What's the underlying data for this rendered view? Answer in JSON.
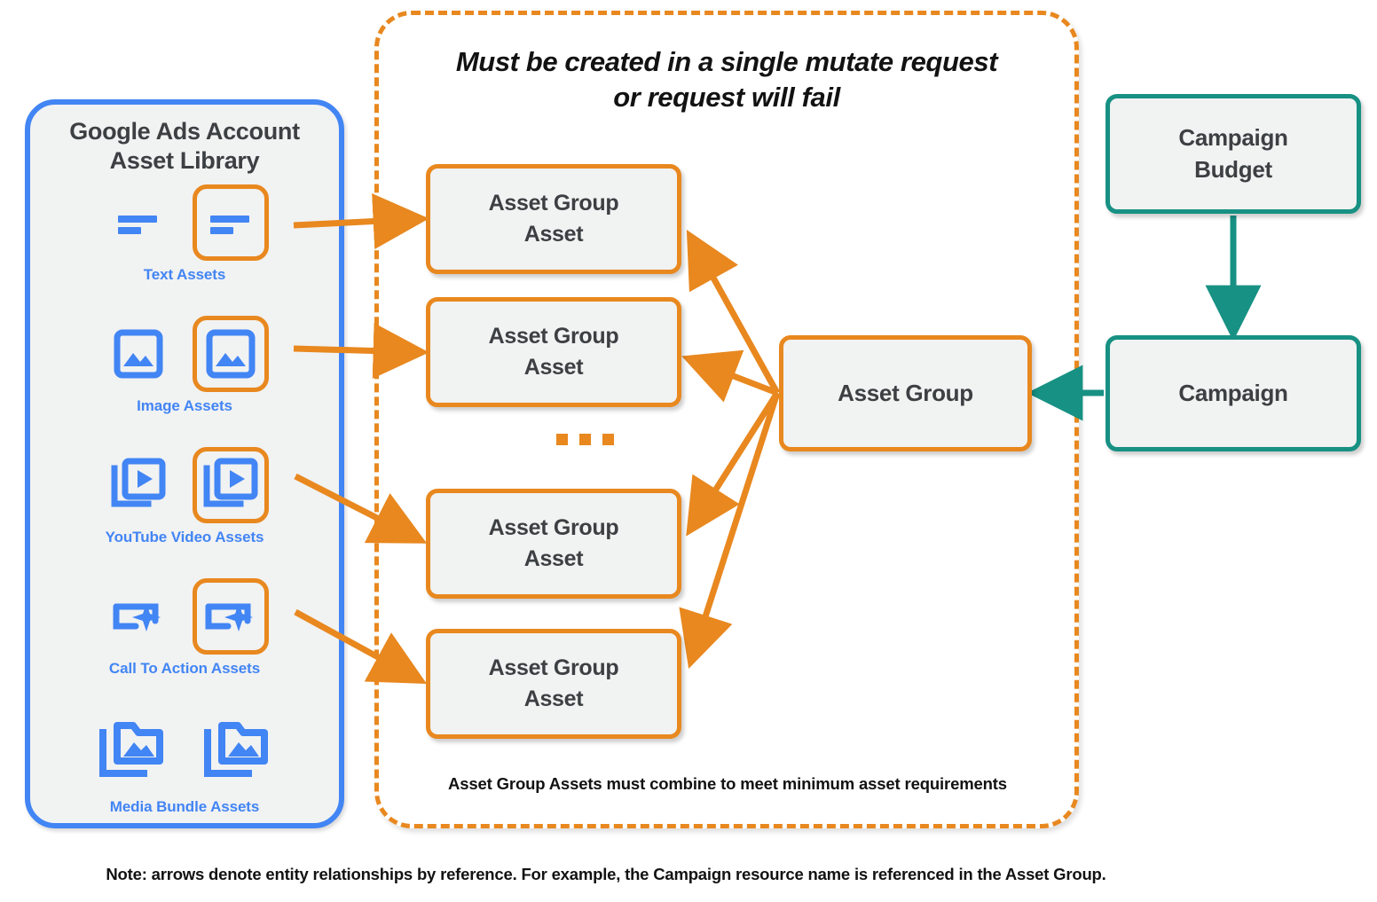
{
  "library": {
    "title_line1": "Google Ads Account",
    "title_line2": "Asset Library",
    "border_color": "#4285f4",
    "fill_color": "#f1f2f2",
    "items": [
      {
        "label": "Text Assets",
        "icon": "text-lines-icon",
        "highlighted_index": 1
      },
      {
        "label": "Image Assets",
        "icon": "image-icon",
        "highlighted_index": 1
      },
      {
        "label": "YouTube Video  Assets",
        "icon": "video-stack-icon",
        "highlighted_index": 1
      },
      {
        "label": "Call To Action Assets",
        "icon": "call-to-action-icon",
        "highlighted_index": 1
      },
      {
        "label": "Media Bundle  Assets",
        "icon": "media-bundle-icon",
        "highlighted_index": -1
      }
    ]
  },
  "mutate_region": {
    "title_line1": "Must be created in a single mutate request",
    "title_line2": "or request will fail",
    "footnote": "Asset Group Assets must combine to meet minimum asset requirements",
    "border_color": "#e8881f",
    "border_style": "dashed"
  },
  "asset_group_assets": [
    {
      "line1": "Asset Group",
      "line2": "Asset"
    },
    {
      "line1": "Asset Group",
      "line2": "Asset"
    },
    {
      "line1": "Asset Group",
      "line2": "Asset"
    },
    {
      "line1": "Asset Group",
      "line2": "Asset"
    }
  ],
  "ellipsis": "...",
  "nodes": {
    "asset_group": {
      "label": "Asset Group",
      "accent": "#e8881f"
    },
    "campaign_budget": {
      "line1": "Campaign",
      "line2": "Budget",
      "accent": "#179183"
    },
    "campaign": {
      "label": "Campaign",
      "accent": "#179183"
    }
  },
  "footer": {
    "note": "Note: arrows denote entity relationships by reference. For example, the Campaign resource name is referenced in the Asset Group."
  },
  "colors": {
    "orange": "#e8881f",
    "blue": "#4285f4",
    "teal": "#179183",
    "node_fill": "#f1f2f2",
    "text_dark": "#3c4043",
    "text_black": "#121212"
  }
}
